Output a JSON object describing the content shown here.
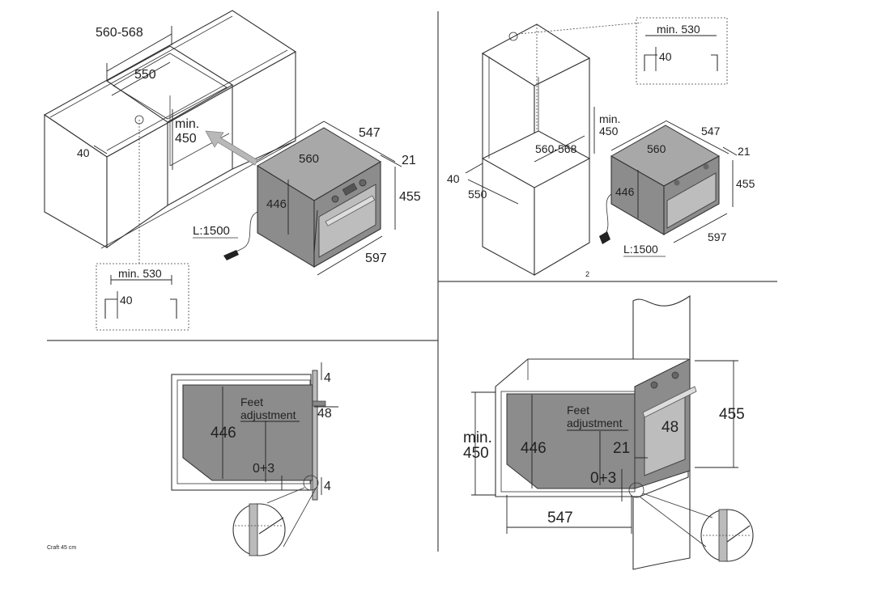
{
  "panel_top_left": {
    "cabinet_width": "560-568",
    "niche_width": "550",
    "niche_height": "min.\n450",
    "side_offset": "40",
    "oven_depth": "547",
    "oven_body_width": "560",
    "front_thickness": "21",
    "oven_height": "455",
    "oven_body_height": "446",
    "oven_width": "597",
    "cable_length": "L:1500",
    "detail_min_width": "min. 530",
    "detail_offset": "40"
  },
  "panel_top_right": {
    "detail_min_width": "min. 530",
    "detail_offset": "40",
    "niche_height_min": "min.",
    "niche_height_val": "450",
    "cabinet_width": "560-568",
    "side_offset": "40",
    "niche_width": "550",
    "oven_depth": "547",
    "oven_body_width": "560",
    "front_thickness": "21",
    "oven_body_height": "446",
    "oven_height": "455",
    "oven_width": "597",
    "cable_length": "L:1500",
    "page_number": "2"
  },
  "panel_bottom_left": {
    "top_gap": "4",
    "feet_label_1": "Feet",
    "feet_label_2": "adjustment",
    "front_offset": "48",
    "body_height": "446",
    "feet_range": "0+3",
    "bottom_gap": "4",
    "footer_note": "Craft 45 cm"
  },
  "panel_bottom_right": {
    "niche_min": "min.",
    "niche_val": "450",
    "body_height": "446",
    "feet_label_1": "Feet",
    "feet_label_2": "adjustment",
    "front_offset": "48",
    "front_thickness": "21",
    "feet_range": "0+3",
    "oven_height": "455",
    "depth": "547"
  }
}
